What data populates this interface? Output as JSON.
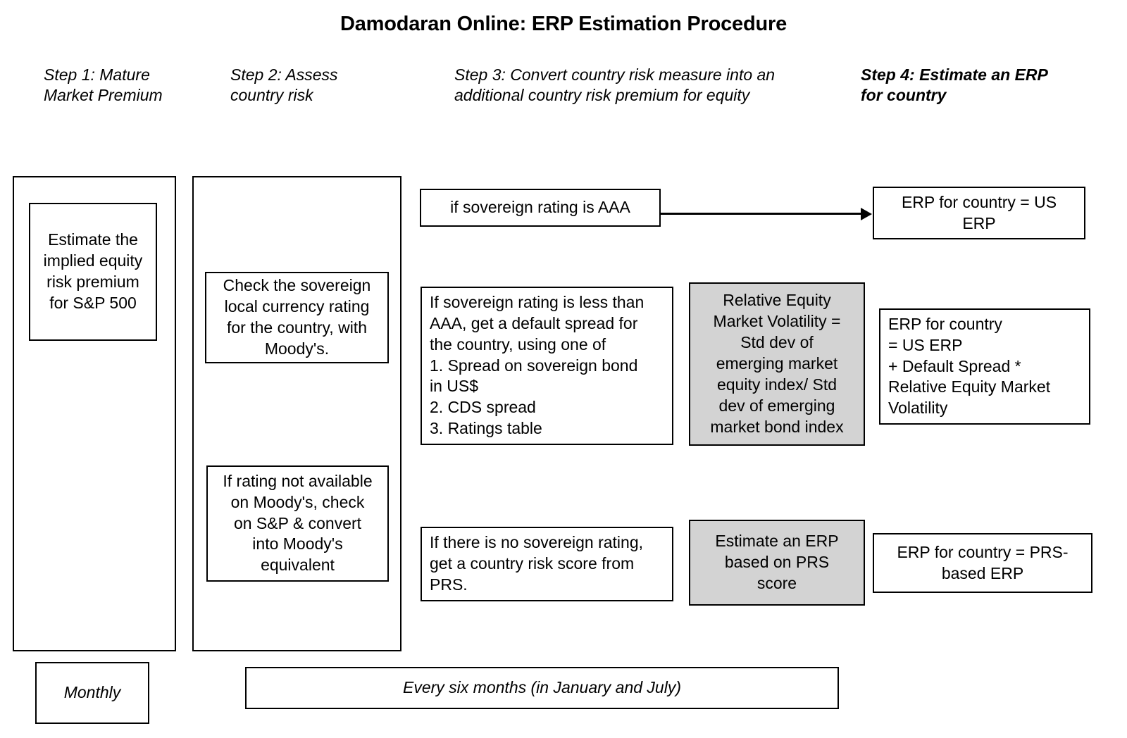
{
  "title": "Damodaran Online: ERP Estimation Procedure",
  "steps": [
    {
      "id": "step-1",
      "label": "Step 1: Mature\nMarket Premium",
      "bold": false
    },
    {
      "id": "step-2",
      "label": "Step 2: Assess\ncountry risk",
      "bold": false
    },
    {
      "id": "step-3",
      "label": "Step 3: Convert country risk measure into an\nadditional country risk premium for equity",
      "bold": false
    },
    {
      "id": "step-4",
      "label": "Step 4: Estimate an ERP\nfor country",
      "bold": true
    }
  ],
  "boxes": {
    "implied_premium": "Estimate the\nimplied equity\nrisk premium\nfor S&P 500",
    "check_sovereign": "Check the sovereign\nlocal currency rating\nfor the country, with\nMoody's.",
    "rating_not_available": "If rating not available\non Moody's, check\non S&P & convert\ninto Moody's\nequivalent",
    "sovereign_aaa": "if sovereign rating is AAA",
    "sovereign_less_than_aaa": "If sovereign rating is less than\nAAA, get a default spread for\nthe country, using one of\n1. Spread on sovereign bond\nin US$\n2. CDS spread\n3. Ratings table",
    "no_sovereign_rating": "If there is no sovereign rating,\nget a country risk score from\nPRS.",
    "relative_equity_volatility": "Relative Equity\nMarket Volatility =\nStd dev of\nemerging market\nequity index/ Std\ndev of emerging\nmarket bond index",
    "estimate_erp_prs": "Estimate an ERP\nbased on PRS\nscore",
    "erp_us": "ERP for country = US\nERP",
    "erp_default_spread": "ERP for country\n= US ERP\n+ Default Spread *\nRelative Equity Market\nVolatility",
    "erp_prs_based": "ERP for country = PRS-\nbased ERP"
  },
  "footer": {
    "monthly": "Monthly",
    "every_six_months": "Every six months (in January and July)"
  },
  "colors": {
    "shaded_fill": "#d3d3d3",
    "stroke": "#000000",
    "background": "#ffffff"
  }
}
